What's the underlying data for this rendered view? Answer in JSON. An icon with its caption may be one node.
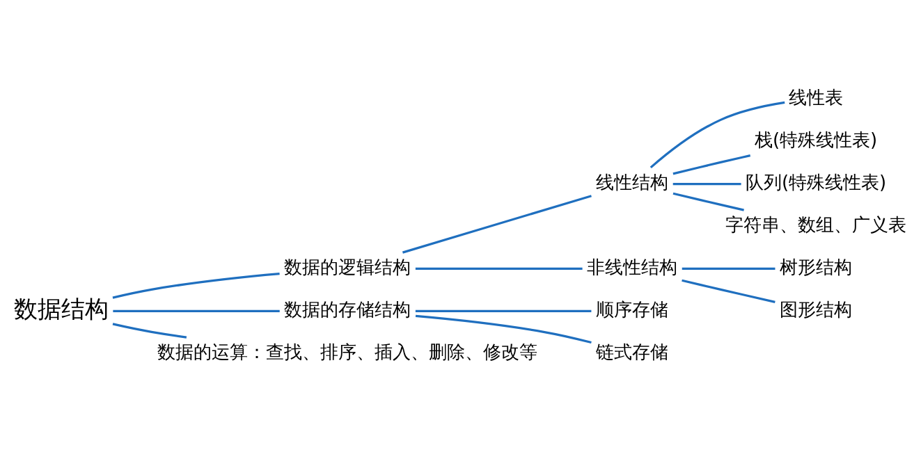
{
  "diagram": {
    "nodes": [
      {
        "text": [
          "数据结构"
        ]
      },
      {
        "text": [
          "数据的逻辑结构"
        ]
      },
      {
        "text": [
          "线性结构"
        ]
      },
      {
        "text": [
          "线性表"
        ]
      },
      {
        "text": [
          "栈(特殊线性表)"
        ]
      },
      {
        "text": [
          "队列(特殊线性表)"
        ]
      },
      {
        "text": [
          "字符串、数组、广义表"
        ]
      },
      {
        "text": [
          "非线性结构"
        ]
      },
      {
        "text": [
          "树形结构"
        ]
      },
      {
        "text": [
          "图形结构"
        ]
      },
      {
        "text": [
          "数据的存储结构"
        ]
      },
      {
        "text": [
          "顺序存储"
        ]
      },
      {
        "text": [
          "链式存储"
        ]
      },
      {
        "text": [
          "数据的运算：查找、排序、插入、删除、修改等"
        ]
      }
    ],
    "edges": [
      {
        "from": 0,
        "to": 1,
        "arrow": "none"
      },
      {
        "from": 0,
        "to": 10,
        "arrow": "none"
      },
      {
        "from": 0,
        "to": 13,
        "arrow": "none"
      },
      {
        "from": 1,
        "to": 2,
        "arrow": "none"
      },
      {
        "from": 1,
        "to": 7,
        "arrow": "none"
      },
      {
        "from": 2,
        "to": 3,
        "arrow": "none"
      },
      {
        "from": 2,
        "to": 4,
        "arrow": "none"
      },
      {
        "from": 2,
        "to": 5,
        "arrow": "none"
      },
      {
        "from": 2,
        "to": 6,
        "arrow": "none"
      },
      {
        "from": 7,
        "to": 8,
        "arrow": "none"
      },
      {
        "from": 7,
        "to": 9,
        "arrow": "none"
      },
      {
        "from": 10,
        "to": 11,
        "arrow": "none"
      },
      {
        "from": 10,
        "to": 12,
        "arrow": "none"
      }
    ]
  }
}
